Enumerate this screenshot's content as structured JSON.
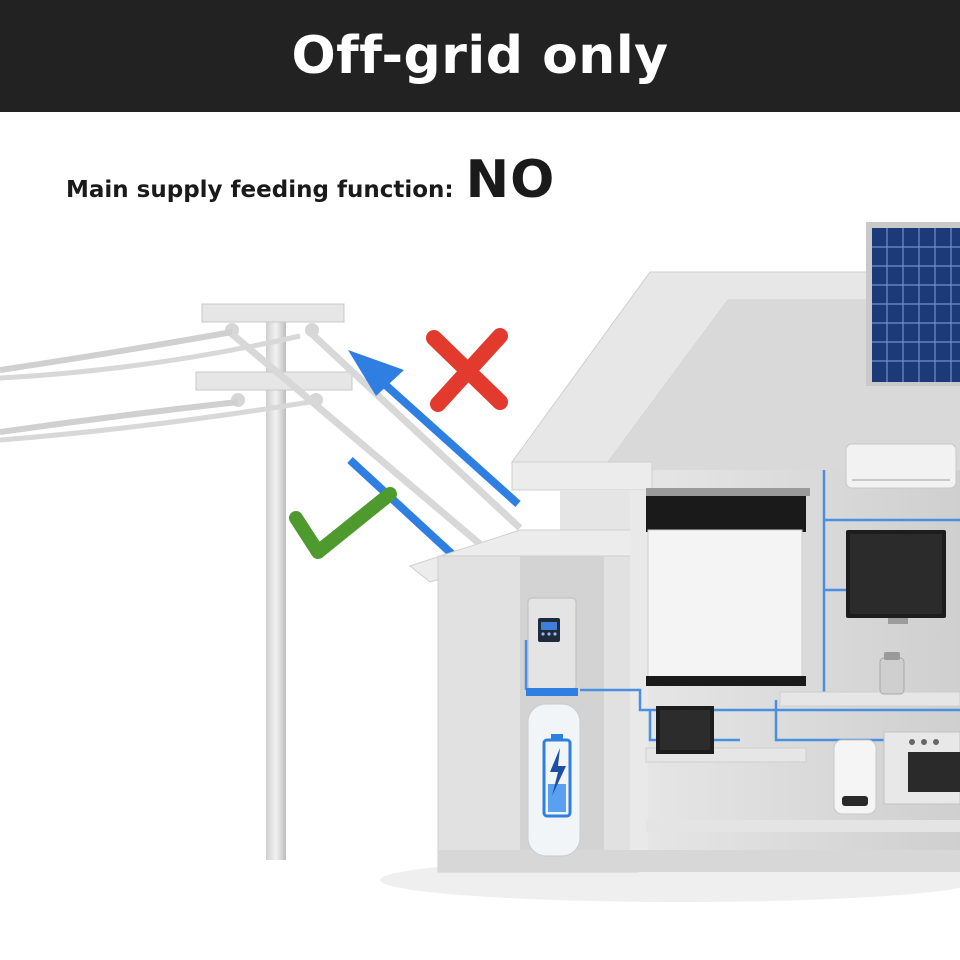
{
  "banner": {
    "title": "Off-grid only"
  },
  "feeding": {
    "label": "Main supply feeding function:",
    "value": "NO"
  },
  "colors": {
    "banner_bg": "#222222",
    "arrow_blue": "#2f7fe3",
    "cross_red": "#e23b2e",
    "check_green": "#4f9a2e",
    "panel_blue": "#1c3a78",
    "house_gray": "#dcdcdc"
  },
  "icons": [
    "red-cross-icon",
    "green-check-icon",
    "solar-panel-icon",
    "battery-icon"
  ]
}
